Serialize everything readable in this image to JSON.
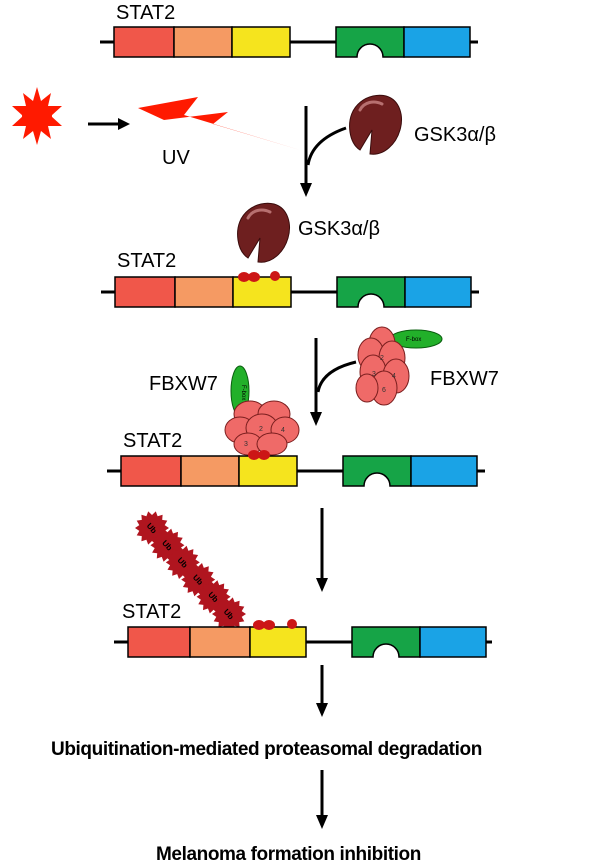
{
  "labels": {
    "stat2": "STAT2",
    "uv": "UV",
    "gsk": "GSK3α/β",
    "fbxw7": "FBXW7",
    "ub": "Ub",
    "fbox": "F-box",
    "outcome1": "Ubiquitination-mediated proteasomal degradation",
    "outcome2": "Melanoma formation inhibition"
  },
  "stat2_domain_colors": [
    "#f0574a",
    "#f59a63",
    "#f5e41e",
    "#16a447",
    "#1aa3e6"
  ],
  "colors": {
    "sun": "#ff1a00",
    "lightning": "#ff1a00",
    "gsk_kinase": "#6e1f1f",
    "phospho_dot": "#cc1616",
    "fbxw7_body": "#ef6a68",
    "fbox": "#22b02a",
    "ubiquitin": "#b0151f"
  }
}
